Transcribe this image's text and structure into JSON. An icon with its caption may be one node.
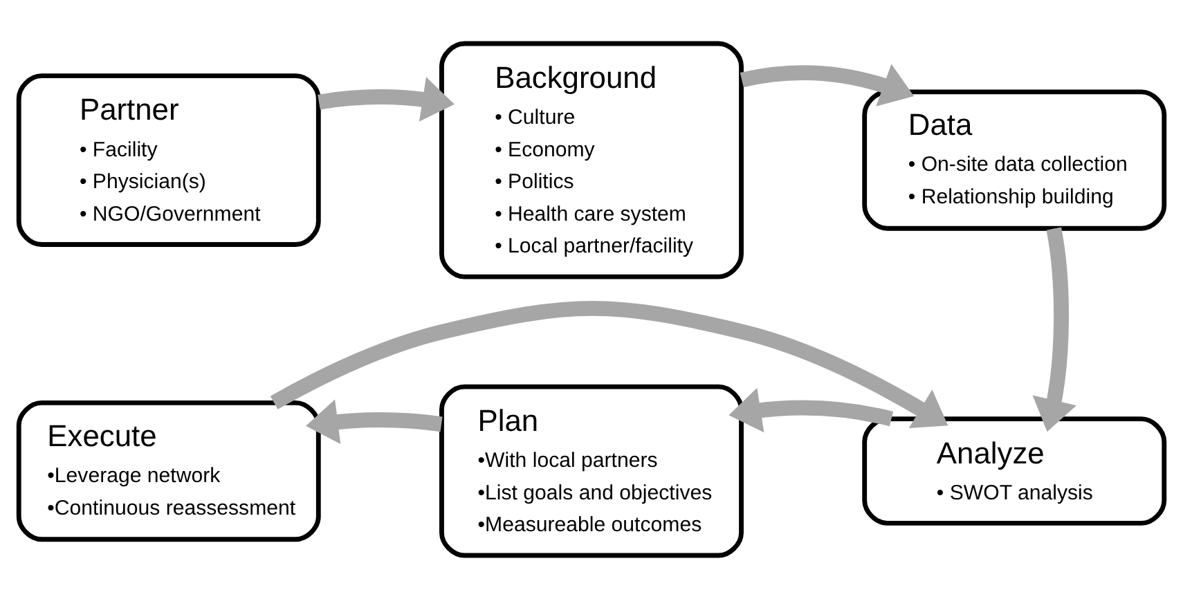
{
  "diagram": {
    "nodes": [
      {
        "text": [
          "Partner",
          "• Facility",
          "• Physician(s)",
          "• NGO/Government"
        ]
      },
      {
        "text": [
          "Background",
          "• Culture",
          "• Economy",
          "• Politics",
          "• Health care system",
          "• Local partner/facility"
        ]
      },
      {
        "text": [
          "Data",
          "• On-site data collection",
          "• Relationship building"
        ]
      },
      {
        "text": [
          "Analyze",
          "• SWOT analysis"
        ]
      },
      {
        "text": [
          "Plan",
          "•With local partners",
          "•List goals and objectives",
          "•Measureable outcomes"
        ]
      },
      {
        "text": [
          "Execute",
          "•Leverage network",
          "•Continuous reassessment"
        ]
      }
    ],
    "edges": [
      {
        "from": 0,
        "to": 1,
        "arrow": "to"
      },
      {
        "from": 1,
        "to": 2,
        "arrow": "to"
      },
      {
        "from": 2,
        "to": 3,
        "arrow": "to"
      },
      {
        "from": 3,
        "to": 4,
        "arrow": "to"
      },
      {
        "from": 4,
        "to": 5,
        "arrow": "to"
      },
      {
        "from": 5,
        "to": 3,
        "arrow": "to"
      }
    ]
  }
}
